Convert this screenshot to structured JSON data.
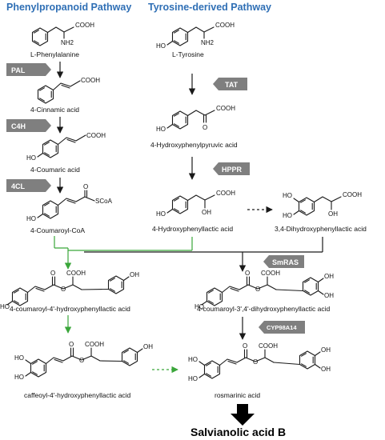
{
  "titles": {
    "phenylpropanoid": "Phenylpropanoid Pathway",
    "tyrosine": "Tyrosine-derived Pathway"
  },
  "compounds": {
    "phe": "L-Phenylalanine",
    "cinnamic": "4-Cinnamic acid",
    "coumaric": "4-Coumaric acid",
    "coumaroyl_coa": "4-Coumaroyl-CoA",
    "tyr": "L-Tyrosine",
    "hppa": "4-Hydroxyphenylpyruvic acid",
    "hpla": "4-Hydroxyphenyllactic acid",
    "dhpla": "3,4-Dihydroxyphenyllactic acid",
    "c4hpla": "4-coumaroyl-4'-hydroxyphenyllactic acid",
    "c34dhpla": "4-coumaroyl-3',4'-dihydroxyphenyllactic acid",
    "caffeoyl": "caffeoyl-4'-hydroxyphenyllactic acid",
    "rosmarinic": "rosmarinic acid",
    "salvianolic": "Salvianolic acid B"
  },
  "enzymes": {
    "pal": "PAL",
    "c4h": "C4H",
    "cl4": "4CL",
    "tat": "TAT",
    "hppr": "HPPR",
    "smras": "SmRAS",
    "cyp": "CYP98A14"
  },
  "atoms": {
    "cooh": "COOH",
    "nh2": "NH2",
    "ho": "HO",
    "oh": "OH",
    "o": "O",
    "scoa": "SCoA"
  },
  "colors": {
    "title": "#2f6fb5",
    "enzyme_tag": "#7f7f7f",
    "green_arrow": "#3aa63a",
    "black": "#000000"
  }
}
